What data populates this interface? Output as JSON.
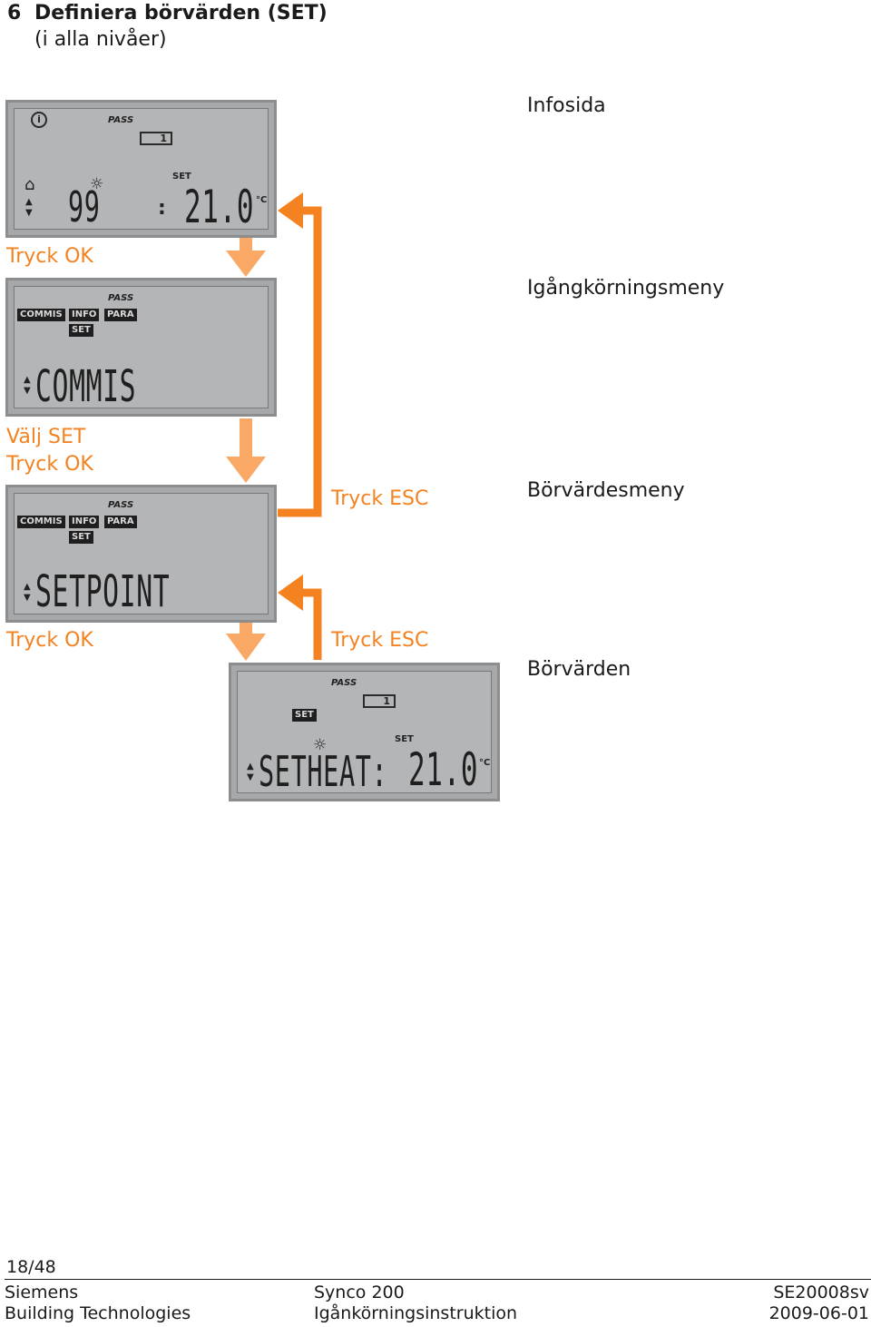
{
  "section": {
    "number": "6",
    "title": "Definiera börvärden (SET)",
    "subtitle": "(i alla nivåer)"
  },
  "captions": {
    "infosida": "Infosida",
    "igangkorningsmeny": "Igångkörningsmeny",
    "borvardesmeny": "Börvärdesmeny",
    "borvarden": "Börvärden"
  },
  "steps": {
    "tryck_ok_1": "Tryck OK",
    "valj_set": "Välj SET",
    "tryck_ok_2": "Tryck OK",
    "tryck_ok_3": "Tryck OK",
    "tryck_esc_1": "Tryck ESC",
    "tryck_esc_2": "Tryck ESC"
  },
  "lcd1": {
    "pass": "PASS",
    "set": "SET",
    "box_value": "1",
    "left_value": "99",
    "separator": ":",
    "right_value": "21.0",
    "unit": "°C",
    "info_icon": "info-icon",
    "home_icon": "home-icon",
    "sun_icon": "sun-icon"
  },
  "lcd2": {
    "pass": "PASS",
    "tags": [
      "COMMIS",
      "INFO",
      "PARA",
      "SET"
    ],
    "text": "COMMIS"
  },
  "lcd3": {
    "pass": "PASS",
    "tags": [
      "COMMIS",
      "INFO",
      "PARA",
      "SET"
    ],
    "text": "SETPOINT"
  },
  "lcd4": {
    "pass": "PASS",
    "tag": "SET",
    "set_label": "SET",
    "box_value": "1",
    "text": "SETHEAT:",
    "value": "21.0",
    "unit": "°C"
  },
  "footer": {
    "page": "18/48",
    "company": "Siemens",
    "division": "Building Technologies",
    "product": "Synco 200",
    "doc_title": "Igånkörningsinstruktion",
    "doc_number": "SE20008sv",
    "date": "2009-06-01"
  },
  "colors": {
    "accent": "#f58220",
    "accent_light": "#f9a866",
    "lcd_bg": "#b4b5b7"
  }
}
